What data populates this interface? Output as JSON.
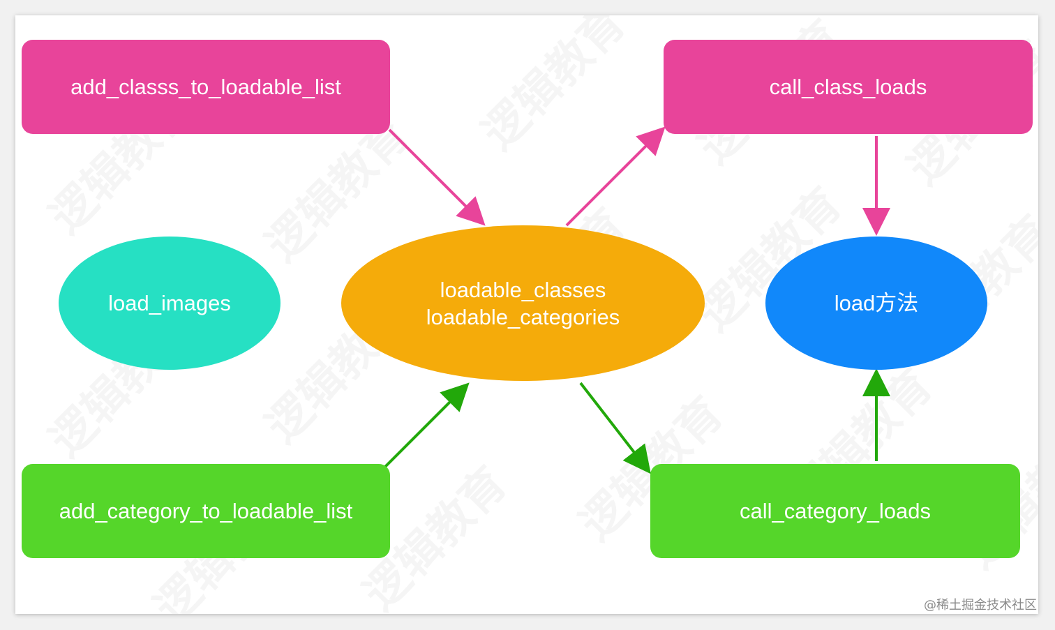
{
  "nodes": {
    "add_class": {
      "label": "add_classs_to_loadable_list",
      "color": "#e8449a"
    },
    "call_class": {
      "label": "call_class_loads",
      "color": "#e8449a"
    },
    "load_images": {
      "label": "load_images",
      "color": "#26e0c3"
    },
    "loadable": {
      "line1": "loadable_classes",
      "line2": "loadable_categories",
      "color": "#f5ab0a"
    },
    "load_method": {
      "label": "load方法",
      "color": "#1188fa"
    },
    "add_category": {
      "label": "add_category_to_loadable_list",
      "color": "#55d62a"
    },
    "call_category": {
      "label": "call_category_loads",
      "color": "#55d62a"
    }
  },
  "edges": [
    {
      "from": "add_classs_to_loadable_list",
      "to": "loadable_classes",
      "color": "#e8449a"
    },
    {
      "from": "loadable_classes",
      "to": "call_class_loads",
      "color": "#e8449a"
    },
    {
      "from": "call_class_loads",
      "to": "load方法",
      "color": "#e8449a"
    },
    {
      "from": "add_category_to_loadable_list",
      "to": "loadable_classes",
      "color": "#22a80a"
    },
    {
      "from": "loadable_classes",
      "to": "call_category_loads",
      "color": "#22a80a"
    },
    {
      "from": "call_category_loads",
      "to": "load方法",
      "color": "#22a80a"
    }
  ],
  "watermark": "逻辑教育",
  "credit": "@稀土掘金技术社区"
}
